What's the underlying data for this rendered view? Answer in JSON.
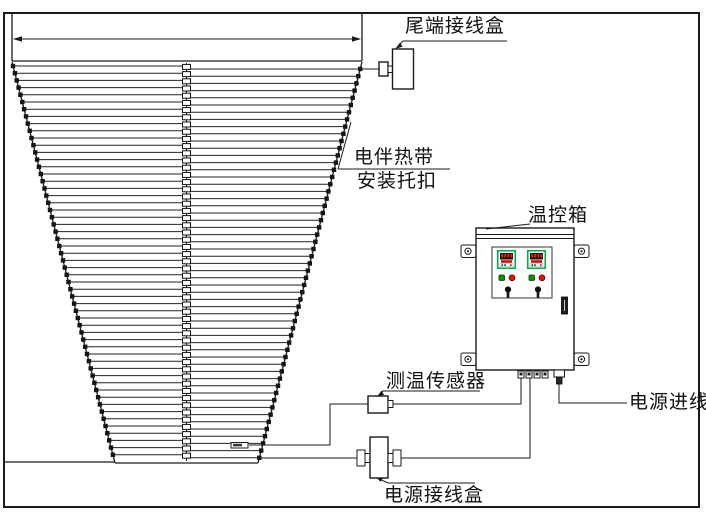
{
  "labels": {
    "tail_junction_box": "尾端接线盒",
    "heat_band_line1": "电伴热带",
    "heat_band_line2": "安装托扣",
    "temp_control_box": "温控箱",
    "temp_sensor": "测温传感器",
    "power_inlet": "电源进线",
    "power_junction_box": "电源接线盒"
  },
  "colors": {
    "diagram_line": "#1a1a1a",
    "controller_frame_green": "#00b050",
    "display_black": "#111111",
    "digit_red": "#ff2000",
    "red_bar": "#cc1100",
    "indicator_green": "#009900",
    "indicator_red": "#ee1100",
    "knob_black": "#111111"
  },
  "diagram": {
    "heat_band_rows": 55
  }
}
